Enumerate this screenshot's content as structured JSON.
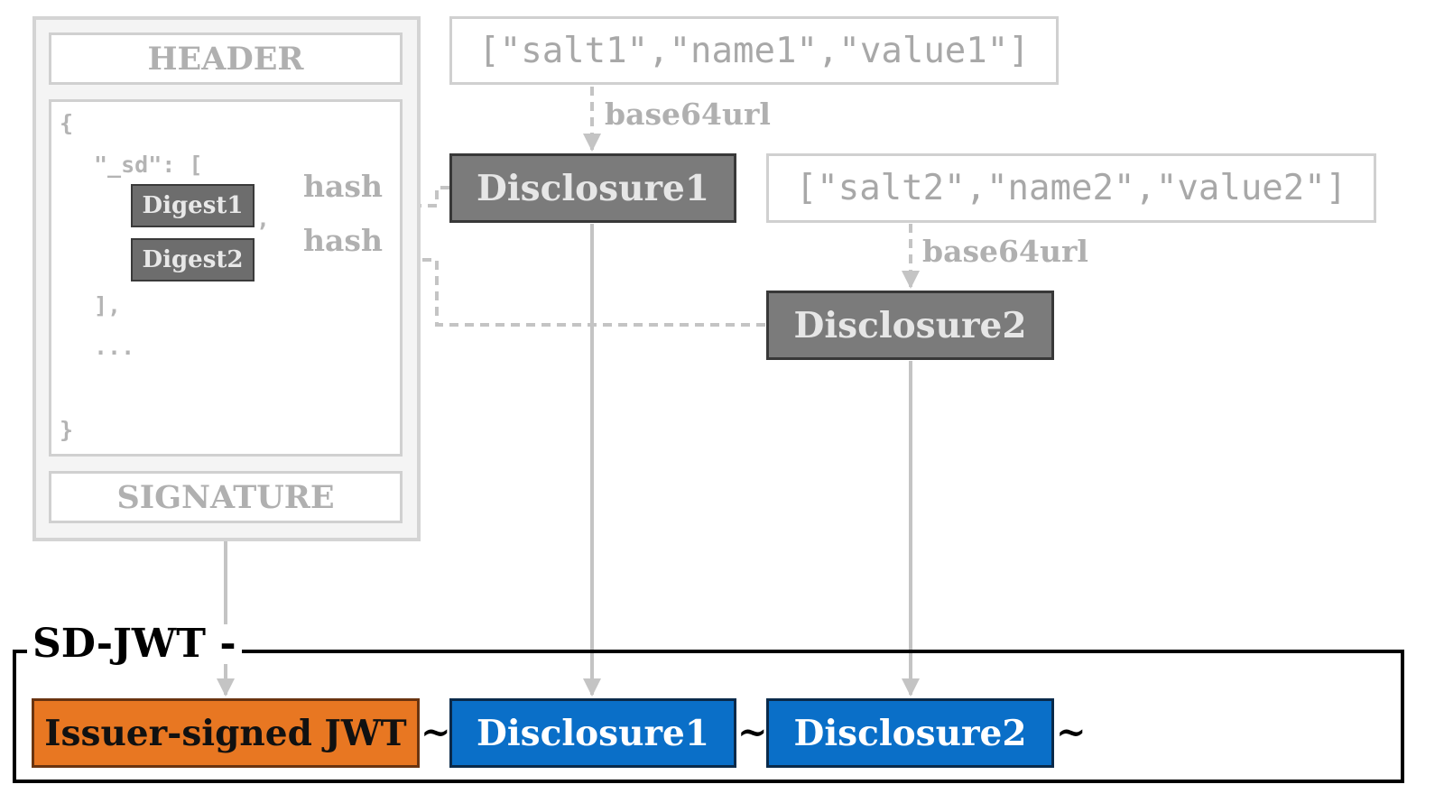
{
  "jwt": {
    "header_label": "HEADER",
    "signature_label": "SIGNATURE",
    "payload": {
      "open_brace": "{",
      "sd_line": "\"_sd\": [",
      "digest1": "Digest1",
      "comma": ",",
      "digest2": "Digest2",
      "close_array": "],",
      "ellipsis": "...",
      "close_brace": "}"
    }
  },
  "disclosure_sources": {
    "array1": "[\"salt1\",\"name1\",\"value1\"]",
    "array2": "[\"salt2\",\"name2\",\"value2\"]",
    "encode_label_1": "base64url",
    "encode_label_2": "base64url"
  },
  "disclosures": {
    "d1": "Disclosure1",
    "d2": "Disclosure2",
    "hash_label_1": "hash",
    "hash_label_2": "hash"
  },
  "sdjwt": {
    "title": "SD-JWT",
    "title_dash": "-",
    "issuer_jwt": "Issuer-signed JWT",
    "disclosure1": "Disclosure1",
    "disclosure2": "Disclosure2",
    "separator": "~"
  },
  "colors": {
    "orange": "#e87722",
    "blue": "#0a6fc8",
    "dark_gray": "#7b7b7b",
    "light_gray": "#c8c8c8"
  }
}
